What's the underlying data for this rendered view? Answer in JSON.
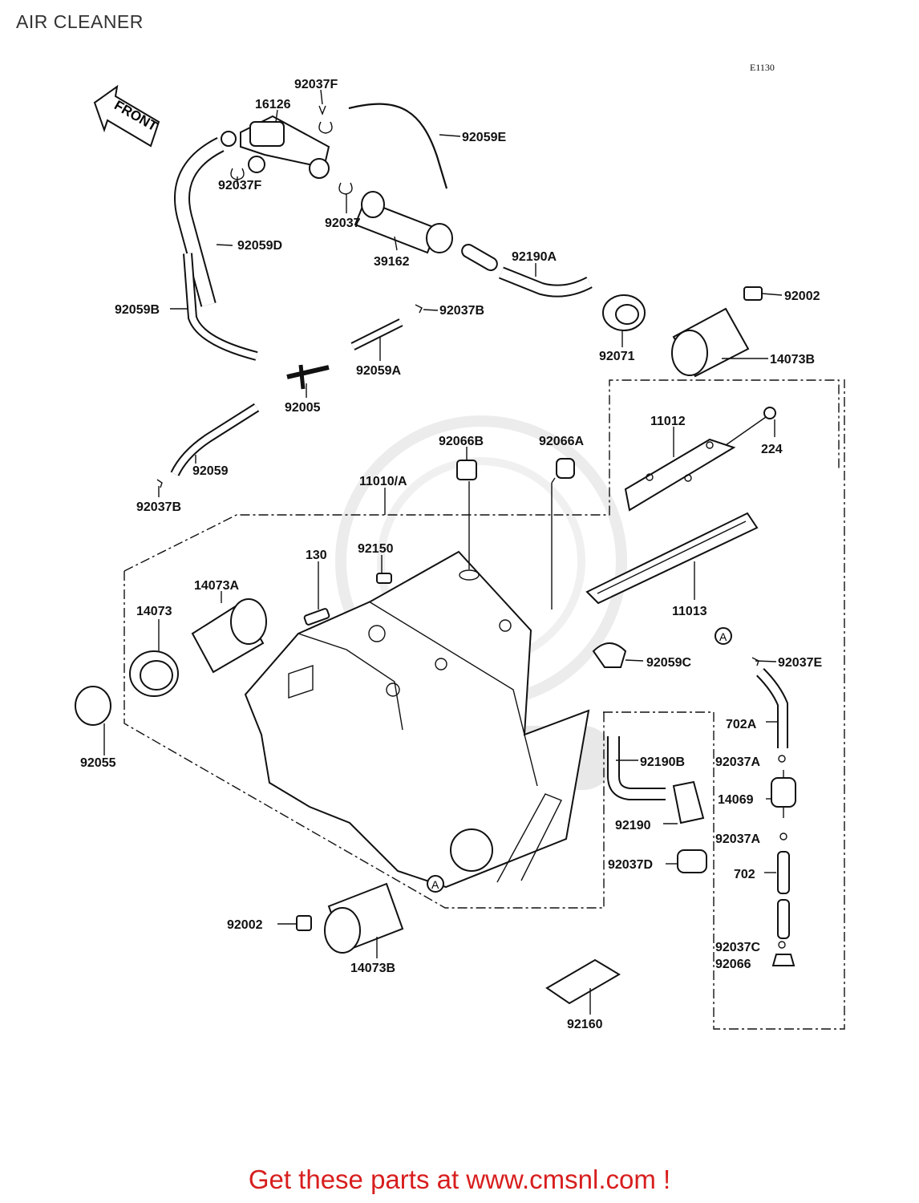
{
  "title": "AIR CLEANER",
  "diagram_code": "E1130",
  "front_arrow": "FRONT",
  "callout_marker": "A",
  "parts": [
    {
      "id": "92037F_top",
      "label": "92037F"
    },
    {
      "id": "16126",
      "label": "16126"
    },
    {
      "id": "92059E",
      "label": "92059E"
    },
    {
      "id": "92037F_left",
      "label": "92037F"
    },
    {
      "id": "92037",
      "label": "92037"
    },
    {
      "id": "92059D",
      "label": "92059D"
    },
    {
      "id": "39162",
      "label": "39162"
    },
    {
      "id": "92190A",
      "label": "92190A"
    },
    {
      "id": "92002_top",
      "label": "92002"
    },
    {
      "id": "92059B",
      "label": "92059B"
    },
    {
      "id": "92037B_top",
      "label": "92037B"
    },
    {
      "id": "92071",
      "label": "92071"
    },
    {
      "id": "14073B_top",
      "label": "14073B"
    },
    {
      "id": "92059A",
      "label": "92059A"
    },
    {
      "id": "92005",
      "label": "92005"
    },
    {
      "id": "11012",
      "label": "11012"
    },
    {
      "id": "224",
      "label": "224"
    },
    {
      "id": "92066B",
      "label": "92066B"
    },
    {
      "id": "92066A",
      "label": "92066A"
    },
    {
      "id": "92059",
      "label": "92059"
    },
    {
      "id": "11010A",
      "label": "11010/A"
    },
    {
      "id": "92037B_left",
      "label": "92037B"
    },
    {
      "id": "130",
      "label": "130"
    },
    {
      "id": "92150",
      "label": "92150"
    },
    {
      "id": "14073A",
      "label": "14073A"
    },
    {
      "id": "11013",
      "label": "11013"
    },
    {
      "id": "14073",
      "label": "14073"
    },
    {
      "id": "92059C",
      "label": "92059C"
    },
    {
      "id": "92037E",
      "label": "92037E"
    },
    {
      "id": "702A",
      "label": "702A"
    },
    {
      "id": "92055",
      "label": "92055"
    },
    {
      "id": "92190B",
      "label": "92190B"
    },
    {
      "id": "92037A_1",
      "label": "92037A"
    },
    {
      "id": "14069",
      "label": "14069"
    },
    {
      "id": "92190",
      "label": "92190"
    },
    {
      "id": "92037A_2",
      "label": "92037A"
    },
    {
      "id": "92037D",
      "label": "92037D"
    },
    {
      "id": "702",
      "label": "702"
    },
    {
      "id": "92002_bottom",
      "label": "92002"
    },
    {
      "id": "92037C",
      "label": "92037C"
    },
    {
      "id": "92066",
      "label": "92066"
    },
    {
      "id": "14073B_bottom",
      "label": "14073B"
    },
    {
      "id": "92160",
      "label": "92160"
    }
  ],
  "footer": "Get these parts at www.cmsnl.com !",
  "colors": {
    "footer": "#d81e1e",
    "line": "#111111",
    "watermark": "#e8e8e8"
  }
}
